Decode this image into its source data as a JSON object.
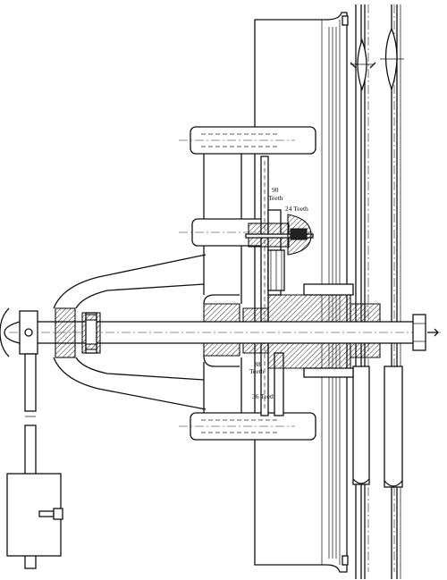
{
  "labels": {
    "teeth_90_a": "90",
    "teeth_90_b": "Teeth",
    "teeth_24": "24 Teeth",
    "teeth_38_a": "38",
    "teeth_38_b": "Teeth",
    "teeth_36": "36 Teeth"
  }
}
